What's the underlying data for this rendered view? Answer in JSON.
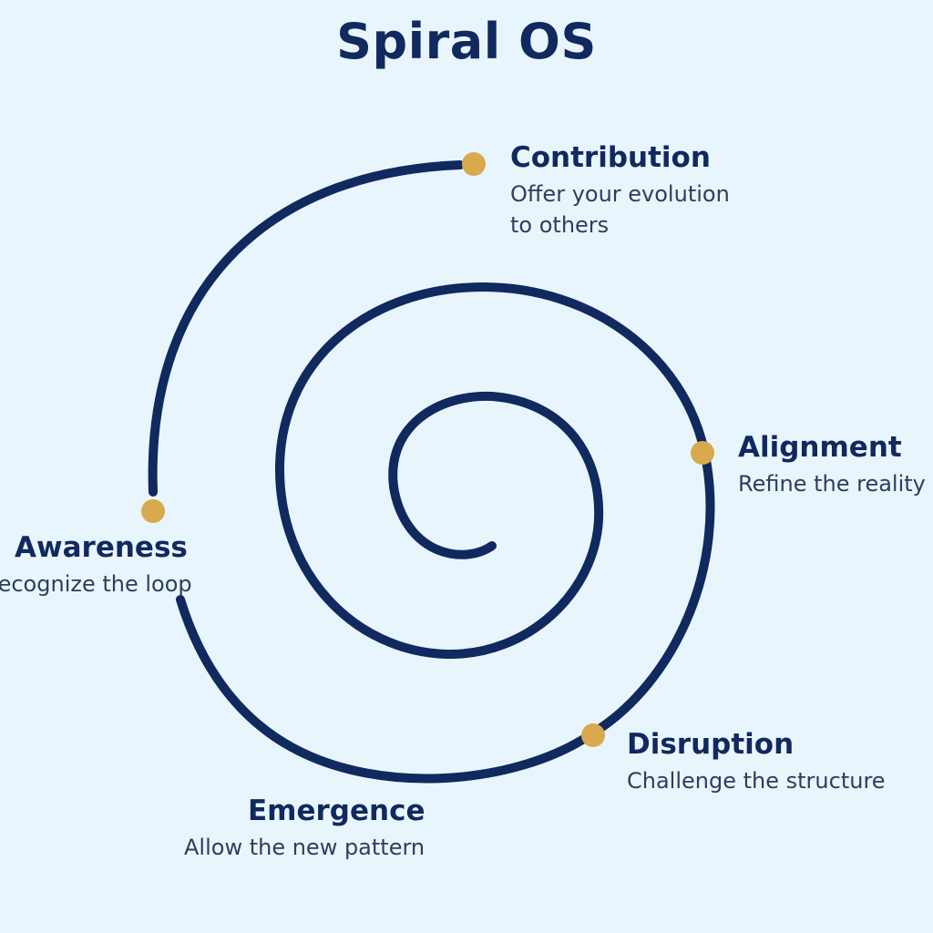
{
  "title": "Spiral OS",
  "colors": {
    "background": "#e9f5fc",
    "spiral": "#10295e",
    "node": "#d9a94e",
    "heading": "#10295e",
    "text": "#2e3e5c"
  },
  "stages": {
    "contribution": {
      "name": "Contribution",
      "desc": [
        "Offer your evolution",
        "to others"
      ]
    },
    "alignment": {
      "name": "Alignment",
      "desc": [
        "Refine the reality"
      ]
    },
    "disruption": {
      "name": "Disruption",
      "desc": [
        "Challenge the structure"
      ]
    },
    "emergence": {
      "name": "Emergence",
      "desc": [
        "Allow the new pattern"
      ]
    },
    "awareness": {
      "name": "Awareness",
      "desc": [
        "Recognize the loop"
      ]
    }
  }
}
